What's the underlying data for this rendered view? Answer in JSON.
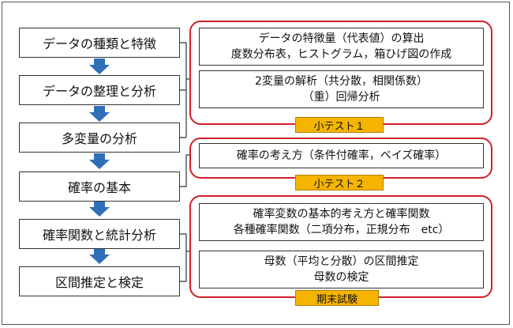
{
  "colors": {
    "arrow": "#2e6fb8",
    "group_border": "#d0202a",
    "badge_fill": "#f5b400",
    "connector": "#333333"
  },
  "steps": [
    {
      "id": "data-types",
      "label": "データの種類と特徴"
    },
    {
      "id": "data-organize",
      "label": "データの整理と分析"
    },
    {
      "id": "multivariate",
      "label": "多変量の分析"
    },
    {
      "id": "probability-basics",
      "label": "確率の基本"
    },
    {
      "id": "prob-functions",
      "label": "確率関数と統計分析"
    },
    {
      "id": "interval-estimation",
      "label": "区間推定と検定"
    }
  ],
  "groups": [
    {
      "topics": [
        {
          "lines": [
            "データの特徴量（代表値）の算出",
            "度数分布表，ヒストグラム，箱ひげ図の作成"
          ]
        },
        {
          "lines": [
            "2変量の解析（共分散，相関係数）",
            "（重）回帰分析"
          ]
        }
      ],
      "badge": "小テスト１"
    },
    {
      "topics": [
        {
          "lines": [
            "確率の考え方（条件付確率，ベイズ確率）"
          ]
        }
      ],
      "badge": "小テスト２"
    },
    {
      "topics": [
        {
          "lines": [
            "確率変数の基本的考え方と確率関数",
            "各種確率関数（二項分布，正規分布　etc）"
          ]
        },
        {
          "lines": [
            "母数（平均と分散）の区間推定",
            "母数の検定"
          ]
        }
      ],
      "badge": "期末試験"
    }
  ]
}
